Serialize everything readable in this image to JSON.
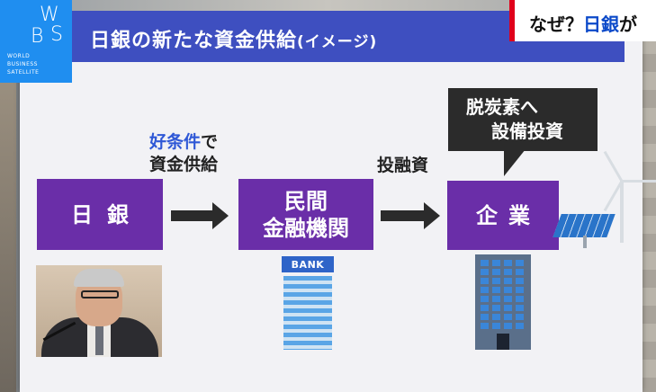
{
  "logo": {
    "letters": [
      "W",
      "B",
      "S"
    ],
    "lines": [
      "WORLD",
      "BUSINESS",
      "SATELLITE"
    ]
  },
  "caption": {
    "prefix": "なぜ？",
    "accent": "日銀",
    "suffix": "が",
    "accent_color": "#0b49c9"
  },
  "slide": {
    "title": "日銀の新たな資金供給",
    "title_sub": "(イメージ)"
  },
  "flow": {
    "boj_label": "日銀",
    "bank_line1": "民間",
    "bank_line2": "金融機関",
    "corp_label": "企業",
    "cond_line1_hl": "好条件",
    "cond_line1_rest": "で",
    "cond_line2": "資金供給",
    "investment_label": "投融資",
    "speech_line1": "脱炭素へ",
    "speech_line2": "設備投資"
  },
  "bank_sign": "BANK",
  "colors": {
    "box": "#6a2ea8",
    "title_bar": "#3e4fc0",
    "logo": "#1f8ef0",
    "caption_border": "#e0001b"
  }
}
